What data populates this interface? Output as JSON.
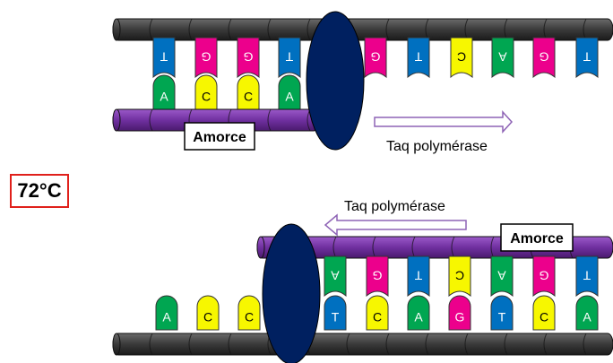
{
  "temperature": "72°C",
  "top_panel": {
    "primer_label": "Amorce",
    "enzyme_label": "Taq polymérase",
    "template_bases": [
      "T",
      "G",
      "G",
      "T",
      "G",
      "T",
      "C",
      "A",
      "G",
      "T"
    ],
    "primer_bases": [
      "A",
      "C",
      "C",
      "A"
    ]
  },
  "bottom_panel": {
    "primer_label": "Amorce",
    "enzyme_label": "Taq polymérase",
    "free_bases": [
      "A",
      "C",
      "C"
    ],
    "template_bases": [
      "T",
      "C",
      "A",
      "G",
      "T",
      "C",
      "A"
    ],
    "primer_bases": [
      "A",
      "G",
      "T",
      "C",
      "A",
      "G",
      "T"
    ]
  },
  "colors": {
    "A": "#00a651",
    "C": "#f7f700",
    "G": "#ec008c",
    "T": "#0070c0",
    "strand": "#404040",
    "primer": "#7030a0",
    "enzyme": "#002060",
    "arrow": "#8e63b5",
    "temp_border": "#e0201b"
  }
}
